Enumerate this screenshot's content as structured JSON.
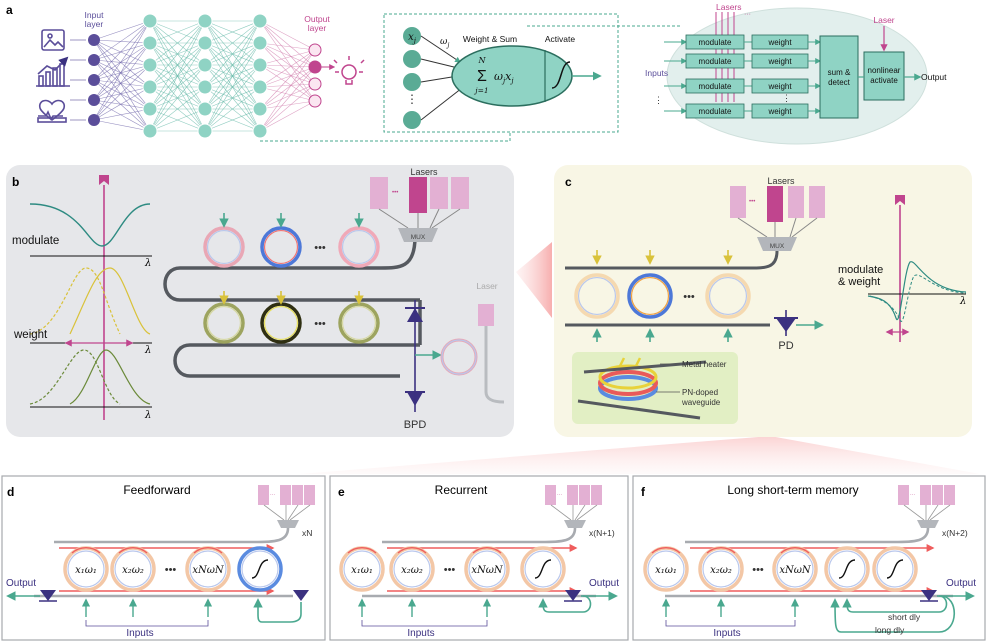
{
  "colors": {
    "input": "#5b4e9a",
    "hidden": "#8fd3c4",
    "output": "#c0458e",
    "teal": "#4aa88f",
    "panel_b_bg": "#e6e7ea",
    "panel_c_bg": "#f8f6e5",
    "laser": "#e3a8cf",
    "laser_dark": "#c0458e",
    "pd": "#3b3180",
    "waveguide": "#55595f"
  },
  "panel_a": {
    "label": "a",
    "input_layer": "Input\nlayer",
    "output_layer": "Output\nlayer",
    "neuron": {
      "x_j": "x",
      "x_sub": "j",
      "omega_j": "ω",
      "omega_sub": "j",
      "weight_sum": "Weight & Sum",
      "activate": "Activate",
      "dots": "⋮"
    },
    "chip": {
      "lasers": "Lasers",
      "laser": "Laser",
      "inputs": "Inputs",
      "output": "Output",
      "modulate": "modulate",
      "weight": "weight",
      "sum_detect": "sum &\ndetect",
      "nonlinear": "nonlinear\nactivate",
      "dots": "⋮",
      "hdots": "···"
    }
  },
  "panel_b": {
    "label": "b",
    "modulate": "modulate",
    "weight": "weight",
    "lambda": "λ",
    "lasers": "Lasers",
    "mux": "MUX",
    "laser": "Laser",
    "bpd": "BPD",
    "dots": "•••"
  },
  "panel_c": {
    "label": "c",
    "lasers": "Lasers",
    "mux": "MUX",
    "pd": "PD",
    "modulate_weight": "modulate\n& weight",
    "lambda": "λ",
    "metal_heater": "Metal heater",
    "pn_doped": "PN-doped\nwaveguide",
    "dots": "•••"
  },
  "panel_d": {
    "label": "d",
    "title": "Feedforward",
    "multiplier": "xN",
    "output": "Output",
    "inputs": "Inputs",
    "rings": [
      "x₁ω₁",
      "x₂ω₂",
      "x_Nω_N"
    ],
    "dots": "•••"
  },
  "panel_e": {
    "label": "e",
    "title": "Recurrent",
    "multiplier": "x(N+1)",
    "output": "Output",
    "inputs": "Inputs",
    "dots": "•••"
  },
  "panel_f": {
    "label": "f",
    "title": "Long short-term memory",
    "multiplier": "x(N+2)",
    "output": "Output",
    "inputs": "Inputs",
    "short_dly": "short dly",
    "long_dly": "long dly",
    "dots": "•••"
  }
}
